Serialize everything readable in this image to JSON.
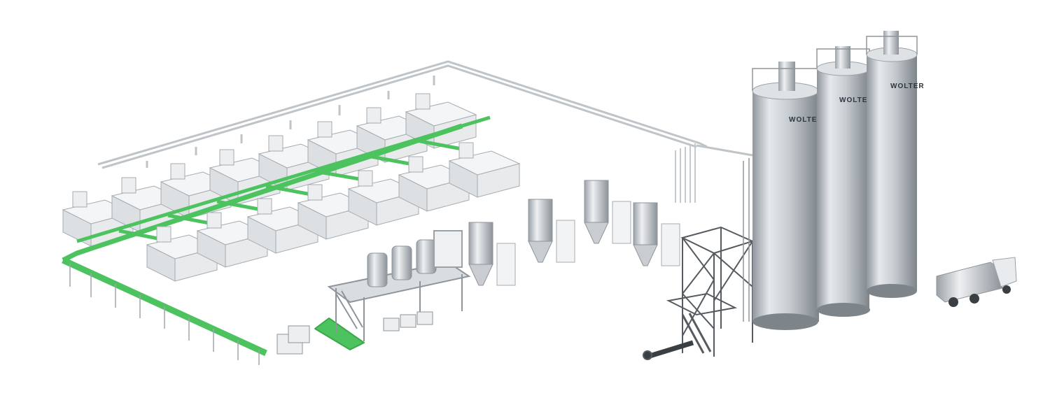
{
  "scene": {
    "silos": [
      {
        "brand": "WOLTER"
      },
      {
        "brand": "WOLTER"
      },
      {
        "brand": "WOLTER"
      }
    ],
    "colors": {
      "background": "#ffffff",
      "conveyor": "#4cc35f",
      "steel": "#c9cdd1",
      "steel_dark": "#8e959b",
      "machine": "#eceef0",
      "brand_text": "#2e3440",
      "brand_accent": "#2fa7a8"
    }
  }
}
